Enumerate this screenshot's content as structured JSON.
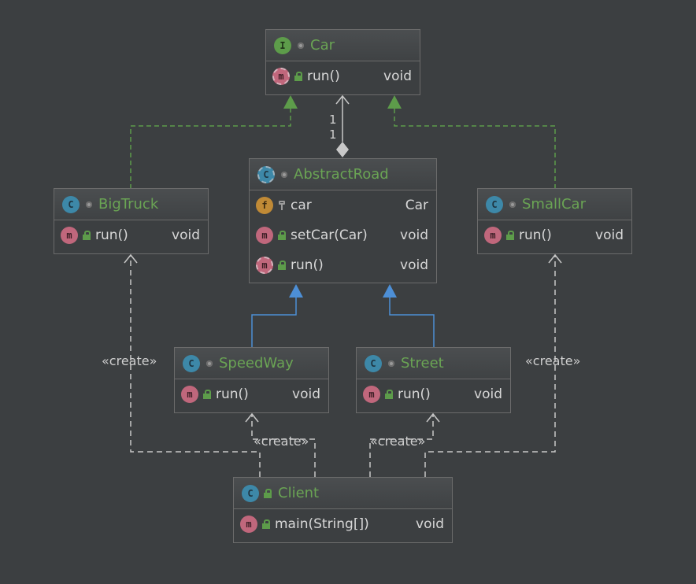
{
  "diagram": {
    "classes": {
      "car": {
        "kind": "interface",
        "icon": "I",
        "name": "Car",
        "members": [
          {
            "icon": "m",
            "name": "run()",
            "type": "void"
          }
        ]
      },
      "abstractroad": {
        "kind": "abstract-class",
        "icon": "C",
        "name": "AbstractRoad",
        "members": [
          {
            "icon": "f",
            "name": "car",
            "type": "Car"
          },
          {
            "icon": "m",
            "name": "setCar(Car)",
            "type": "void"
          },
          {
            "icon": "m",
            "name": "run()",
            "type": "void"
          }
        ]
      },
      "bigtruck": {
        "kind": "class",
        "icon": "C",
        "name": "BigTruck",
        "members": [
          {
            "icon": "m",
            "name": "run()",
            "type": "void"
          }
        ]
      },
      "smallcar": {
        "kind": "class",
        "icon": "C",
        "name": "SmallCar",
        "members": [
          {
            "icon": "m",
            "name": "run()",
            "type": "void"
          }
        ]
      },
      "speedway": {
        "kind": "class",
        "icon": "C",
        "name": "SpeedWay",
        "members": [
          {
            "icon": "m",
            "name": "run()",
            "type": "void"
          }
        ]
      },
      "street": {
        "kind": "class",
        "icon": "C",
        "name": "Street",
        "members": [
          {
            "icon": "m",
            "name": "run()",
            "type": "void"
          }
        ]
      },
      "client": {
        "kind": "class",
        "icon": "C",
        "name": "Client",
        "members": [
          {
            "icon": "m",
            "name": "main(String[])",
            "type": "void"
          }
        ]
      }
    },
    "relations": {
      "aggregation": {
        "from": "AbstractRoad",
        "to": "Car",
        "multiplicity_source": "1",
        "multiplicity_target": "1"
      },
      "create_label": "«create»"
    },
    "colors": {
      "background": "#3c3f41",
      "title_text": "#6aa454",
      "realization": "#5d9c4a",
      "generalization": "#4d8fd6",
      "dependency": "#c8c8c8"
    }
  }
}
